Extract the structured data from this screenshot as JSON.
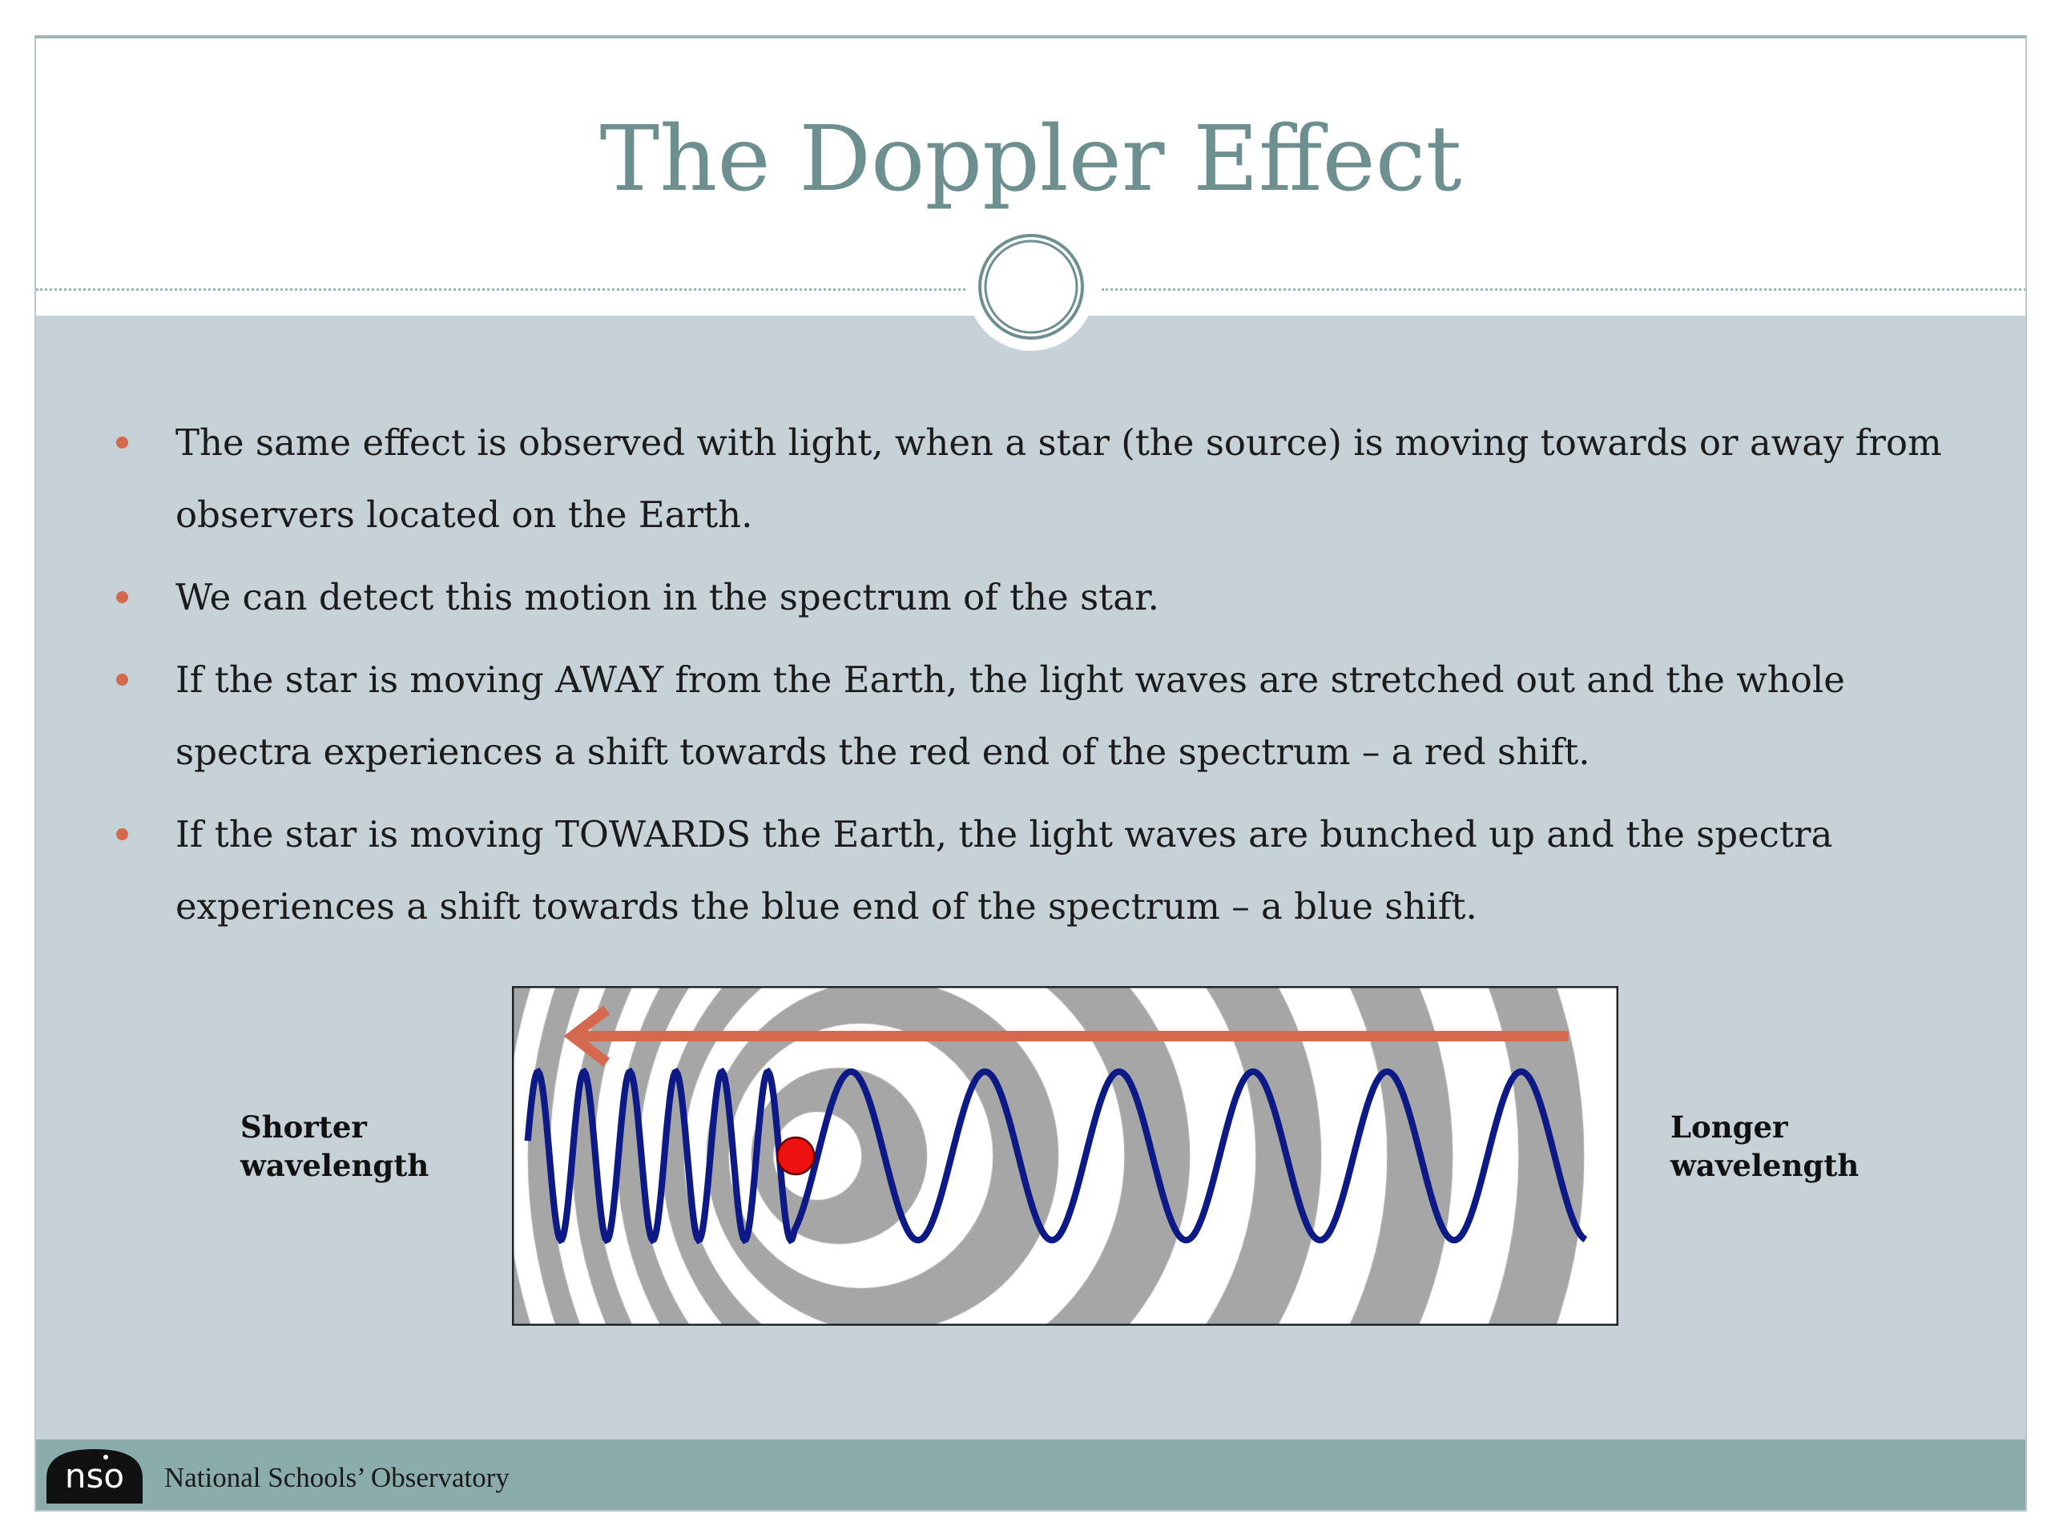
{
  "title": "The Doppler Effect",
  "bullets": [
    {
      "lines": [
        "The same effect is observed with light, when a star (the source) is moving towards or away from",
        "observers located on the Earth."
      ]
    },
    {
      "lines": [
        "We can detect this motion in the spectrum of the star."
      ]
    },
    {
      "lines": [
        "If the star is moving AWAY from the Earth, the light waves are stretched out and the whole",
        "spectra experiences a shift towards the red end of the spectrum – a red shift."
      ]
    },
    {
      "lines": [
        "If the star is moving TOWARDS the Earth, the light waves are bunched up and the spectra",
        "experiences a shift towards the blue end of the spectrum – a blue shift."
      ]
    }
  ],
  "diagram": {
    "left_label": [
      "Shorter",
      "wavelength"
    ],
    "right_label": [
      "Longer",
      "wavelength"
    ],
    "colors": {
      "wave": "#0d1a85",
      "arrow": "#d4694f",
      "source": "#ee1111",
      "rings": "#a6a6a6"
    }
  },
  "footer": {
    "logo_text": "nso",
    "org_name": "National Schools’ Observatory"
  },
  "colors": {
    "title": "#6e8f8f",
    "body_bg": "#c6d1d8",
    "footer_bg": "#8bacac",
    "bullet": "#d3694d"
  }
}
